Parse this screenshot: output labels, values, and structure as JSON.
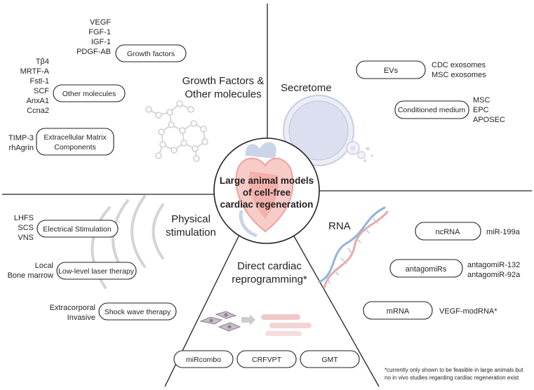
{
  "center": {
    "line1": "Large animal models",
    "line2": "of cell-free",
    "line3": "cardiac regeneration"
  },
  "growth_factors_section": {
    "title_line1": "Growth Factors &",
    "title_line2": "Other molecules",
    "growth_factors": {
      "label": "Growth factors",
      "items": [
        "VEGF",
        "FGF-1",
        "IGF-1",
        "PDGF-AB"
      ]
    },
    "other_molecules": {
      "label": "Other molecules",
      "items": [
        "Tβ4",
        "MRTF-A",
        "Fstl-1",
        "SCF",
        "AnxA1",
        "Ccna2"
      ]
    },
    "ecm": {
      "label_line1": "Extracellular Matrix",
      "label_line2": "Components",
      "items": [
        "TIMP-3",
        "rhAgrin"
      ]
    }
  },
  "secretome_section": {
    "title": "Secretome",
    "evs": {
      "label": "EVs",
      "items": [
        "CDC exosomes",
        "MSC exosomes"
      ]
    },
    "conditioned_medium": {
      "label": "Conditioned medium",
      "items": [
        "MSC",
        "EPC",
        "APOSEC"
      ]
    }
  },
  "physical_section": {
    "title_line1": "Physical",
    "title_line2": "stimulation",
    "electrical": {
      "label": "Electrical Stimulation",
      "items": [
        "LHFS",
        "SCS",
        "VNS"
      ]
    },
    "laser": {
      "label": "Low-level laser therapy",
      "items": [
        "Local",
        "Bone marrow"
      ]
    },
    "shockwave": {
      "label": "Shock wave therapy",
      "items": [
        "Extracorporal",
        "Invasive"
      ]
    }
  },
  "reprogramming_section": {
    "title_line1": "Direct cardiac",
    "title_line2": "reprogramming*",
    "items": [
      "miRcombo",
      "CRFVPT",
      "GMT"
    ]
  },
  "rna_section": {
    "title": "RNA",
    "ncrna": {
      "label": "ncRNA",
      "items": [
        "miR-199a"
      ]
    },
    "antagomirs": {
      "label": "antagomiRs",
      "items": [
        "antagomiR-132",
        "antagomiR-92a"
      ]
    },
    "mrna": {
      "label": "mRNA",
      "items": [
        "VEGF-modRNA*"
      ]
    }
  },
  "footnote": {
    "line1": "*currently only shown to be feasible in large animals but",
    "line2": "no in vivo studies regarding cardiac regeneration exist"
  },
  "colors": {
    "line": "#231f20",
    "heart_red": "#e8534a",
    "heart_pink": "#f2a49c",
    "heart_blue": "#9fb3d4",
    "dna_blue": "#8fb3d9",
    "dna_pink": "#e9a9a4",
    "dish": "#d9dbe9",
    "molecule": "#cfcfcf"
  }
}
